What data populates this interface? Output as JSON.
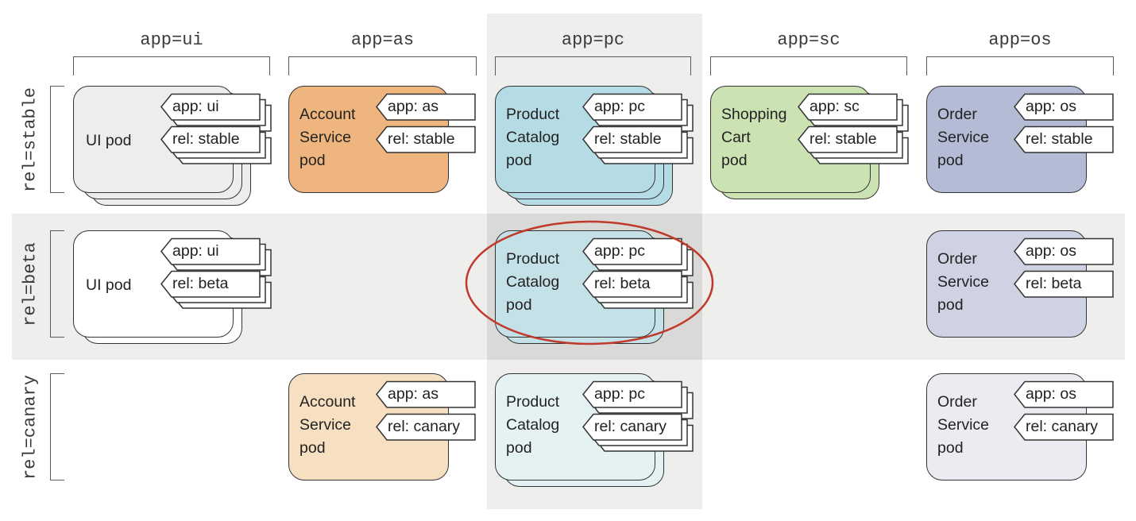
{
  "columns": [
    {
      "id": "ui",
      "label": "app=ui"
    },
    {
      "id": "as",
      "label": "app=as"
    },
    {
      "id": "pc",
      "label": "app=pc"
    },
    {
      "id": "sc",
      "label": "app=sc"
    },
    {
      "id": "os",
      "label": "app=os"
    }
  ],
  "rows": [
    {
      "id": "stable",
      "label": "rel=stable"
    },
    {
      "id": "beta",
      "label": "rel=beta"
    },
    {
      "id": "canary",
      "label": "rel=canary"
    }
  ],
  "pods": [
    {
      "col": "ui",
      "row": "stable",
      "name_lines": [
        "UI pod"
      ],
      "app_tag": "app: ui",
      "rel_tag": "rel: stable",
      "color": "#ededec",
      "stack": 3
    },
    {
      "col": "as",
      "row": "stable",
      "name_lines": [
        "Account",
        "Service",
        "pod"
      ],
      "app_tag": "app: as",
      "rel_tag": "rel: stable",
      "color": "#eeb57e",
      "stack": 1
    },
    {
      "col": "pc",
      "row": "stable",
      "name_lines": [
        "Product",
        "Catalog",
        "pod"
      ],
      "app_tag": "app: pc",
      "rel_tag": "rel: stable",
      "color": "#b5dce4",
      "stack": 3
    },
    {
      "col": "sc",
      "row": "stable",
      "name_lines": [
        "Shopping",
        "Cart",
        "pod"
      ],
      "app_tag": "app: sc",
      "rel_tag": "rel: stable",
      "color": "#cbe2b2",
      "stack": 2
    },
    {
      "col": "os",
      "row": "stable",
      "name_lines": [
        "Order",
        "Service",
        "pod"
      ],
      "app_tag": "app: os",
      "rel_tag": "rel: stable",
      "color": "#b4bbd5",
      "stack": 1
    },
    {
      "col": "ui",
      "row": "beta",
      "name_lines": [
        "UI pod"
      ],
      "app_tag": "app: ui",
      "rel_tag": "rel: beta",
      "color": "#ffffff",
      "stack": 2
    },
    {
      "col": "pc",
      "row": "beta",
      "name_lines": [
        "Product",
        "Catalog",
        "pod"
      ],
      "app_tag": "app: pc",
      "rel_tag": "rel: beta",
      "color": "#c4e1e7",
      "stack": 2
    },
    {
      "col": "os",
      "row": "beta",
      "name_lines": [
        "Order",
        "Service",
        "pod"
      ],
      "app_tag": "app: os",
      "rel_tag": "rel: beta",
      "color": "#cfd2e3",
      "stack": 1
    },
    {
      "col": "as",
      "row": "canary",
      "name_lines": [
        "Account",
        "Service",
        "pod"
      ],
      "app_tag": "app: as",
      "rel_tag": "rel: canary",
      "color": "#f7dfc2",
      "stack": 1
    },
    {
      "col": "pc",
      "row": "canary",
      "name_lines": [
        "Product",
        "Catalog",
        "pod"
      ],
      "app_tag": "app: pc",
      "rel_tag": "rel: canary",
      "color": "#e5f2f4",
      "stack": 2
    },
    {
      "col": "os",
      "row": "canary",
      "name_lines": [
        "Order",
        "Service",
        "pod"
      ],
      "app_tag": "app: os",
      "rel_tag": "rel: canary",
      "color": "#ebecf2",
      "stack": 1
    }
  ],
  "highlight": {
    "col": "pc",
    "row": "beta",
    "color": "#c0392b"
  }
}
